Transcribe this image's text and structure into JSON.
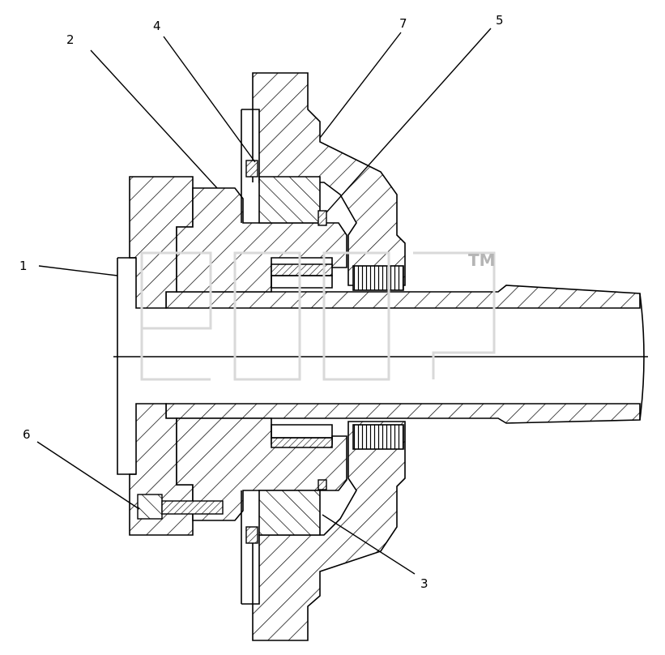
{
  "callouts": [
    {
      "id": "1",
      "label": "1"
    },
    {
      "id": "2",
      "label": "2"
    },
    {
      "id": "3",
      "label": "3"
    },
    {
      "id": "4",
      "label": "4"
    },
    {
      "id": "5",
      "label": "5"
    },
    {
      "id": "6",
      "label": "6"
    },
    {
      "id": "7",
      "label": "7"
    }
  ],
  "watermark": {
    "tm": "TM"
  }
}
